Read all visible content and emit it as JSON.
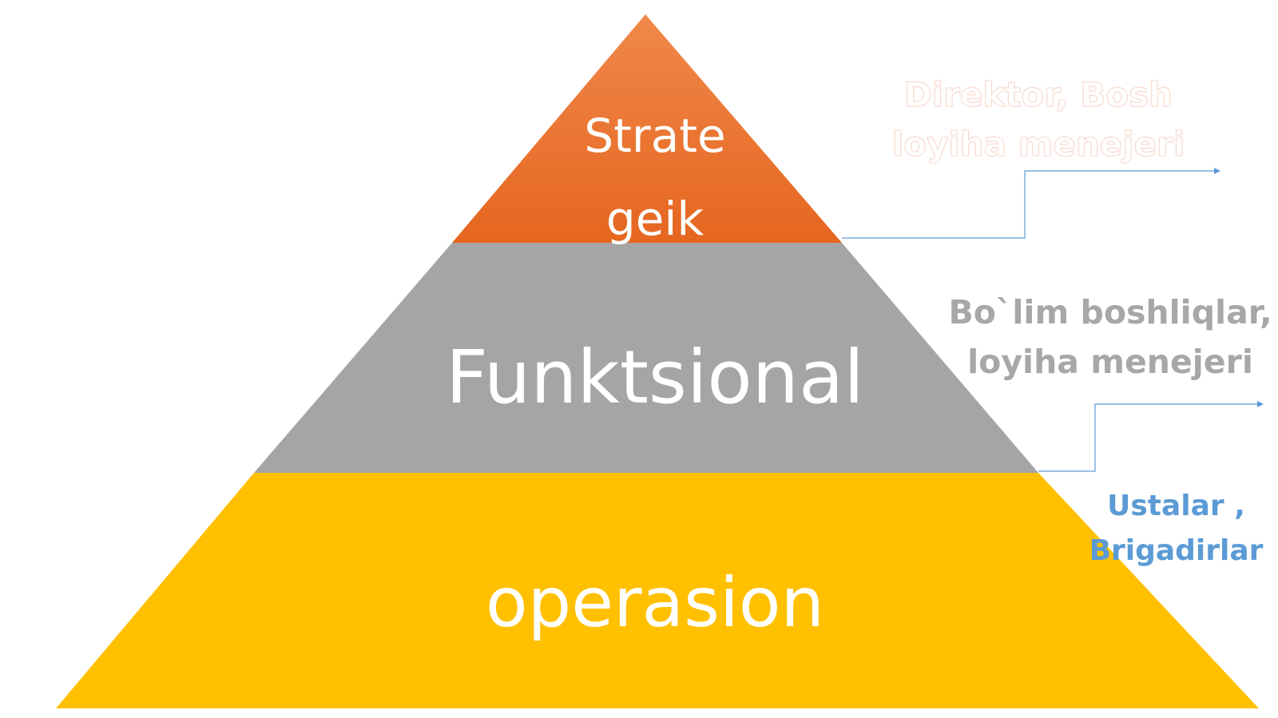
{
  "pyramid": {
    "tiers": [
      {
        "id": "strategic",
        "label_line1": "Strate",
        "label_line2": "geik",
        "fill_top": "#f0884a",
        "fill_bottom": "#e5661f"
      },
      {
        "id": "functional",
        "label": "Funktsional",
        "fill": "#a5a5a5"
      },
      {
        "id": "operational",
        "label": "operasion",
        "fill": "#ffc000"
      }
    ]
  },
  "side_labels": {
    "top": {
      "line1": "Direktor, Bosh",
      "line2": "loyiha menejeri"
    },
    "middle": {
      "line1": "Bo`lim boshliqlar,",
      "line2": "loyiha menejeri"
    },
    "bottom": {
      "line1": "Ustalar ,",
      "line2": "Brigadirlar"
    }
  },
  "colors": {
    "connector": "#5b9bd5",
    "label_white": "#ffffff",
    "label_gray": "#a7a7a7",
    "label_blue": "#5b9bd5"
  }
}
